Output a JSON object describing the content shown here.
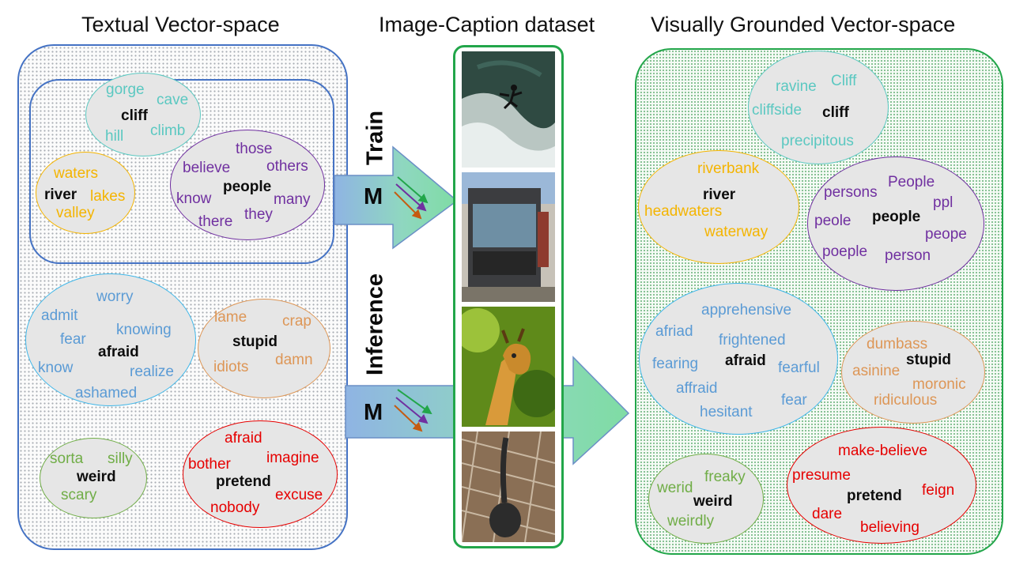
{
  "titles": {
    "textual": "Textual Vector-space",
    "dataset": "Image-Caption dataset",
    "grounded": "Visually Grounded Vector-space"
  },
  "labels": {
    "train": "Train",
    "inference": "Inference",
    "model_top": "M",
    "model_bottom": "M"
  },
  "colors": {
    "teal": "#5bc8c1",
    "gold": "#f4b400",
    "purple": "#7030a0",
    "blue": "#5b9bd5",
    "orange": "#dd9656",
    "green": "#70ad47",
    "red": "#e60000",
    "black": "#0d0d0d",
    "panel_blue": "#4472c4",
    "panel_green": "#22a64a"
  },
  "textual": {
    "cliff": {
      "center": "cliff",
      "words": [
        "gorge",
        "cave",
        "hill",
        "climb"
      ]
    },
    "river": {
      "center": "river",
      "words": [
        "waters",
        "lakes",
        "valley"
      ]
    },
    "people": {
      "center": "people",
      "words": [
        "those",
        "believe",
        "others",
        "know",
        "many",
        "there",
        "they"
      ]
    },
    "afraid": {
      "center": "afraid",
      "words": [
        "worry",
        "admit",
        "knowing",
        "fear",
        "know",
        "realize",
        "ashamed"
      ]
    },
    "stupid": {
      "center": "stupid",
      "words": [
        "lame",
        "crap",
        "idiots",
        "damn"
      ]
    },
    "weird": {
      "center": "weird",
      "words": [
        "sorta",
        "silly",
        "scary"
      ]
    },
    "pretend": {
      "center": "pretend",
      "words": [
        "afraid",
        "bother",
        "imagine",
        "nobody",
        "excuse"
      ]
    }
  },
  "grounded": {
    "cliff": {
      "center": "cliff",
      "words": [
        "ravine",
        "Cliff",
        "cliffside",
        "precipitous"
      ]
    },
    "river": {
      "center": "river",
      "words": [
        "riverbank",
        "headwaters",
        "waterway"
      ]
    },
    "people": {
      "center": "people",
      "words": [
        "persons",
        "People",
        "ppl",
        "peole",
        "peope",
        "poeple",
        "person"
      ]
    },
    "afraid": {
      "center": "afraid",
      "words": [
        "apprehensive",
        "afriad",
        "frightened",
        "fearing",
        "fearful",
        "affraid",
        "fear",
        "hesitant"
      ]
    },
    "stupid": {
      "center": "stupid",
      "words": [
        "dumbass",
        "asinine",
        "moronic",
        "ridiculous"
      ]
    },
    "weird": {
      "center": "weird",
      "words": [
        "werid",
        "freaky",
        "weirdly"
      ]
    },
    "pretend": {
      "center": "pretend",
      "words": [
        "make-believe",
        "presume",
        "feign",
        "dare",
        "believing"
      ]
    }
  }
}
